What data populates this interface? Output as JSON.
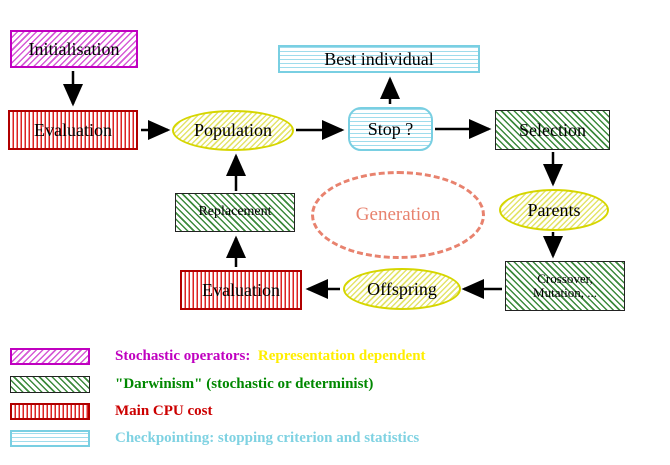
{
  "nodes": {
    "initialisation": "Initialisation",
    "best_individual": "Best individual",
    "evaluation_top": "Evaluation",
    "population": "Population",
    "stop": "Stop ?",
    "selection": "Selection",
    "parents": "Parents",
    "replacement": "Replacement",
    "generation": "Generation",
    "crossover_line1": "Crossover,",
    "crossover_line2": "Mutation, ...",
    "offspring": "Offspring",
    "evaluation_bottom": "Evaluation"
  },
  "legend": {
    "rows": [
      {
        "swatch": "magenta-diagonal-hatch",
        "parts": [
          {
            "text": "Stochastic operators:  ",
            "color": "#c000c0"
          },
          {
            "text": "Representation dependent",
            "color": "#ffee00"
          }
        ]
      },
      {
        "swatch": "green-diagonal-hatch",
        "parts": [
          {
            "text": "\"Darwinism\" (stochastic or determinist)",
            "color": "#008800"
          }
        ]
      },
      {
        "swatch": "red-vertical-hatch",
        "parts": [
          {
            "text": "Main CPU cost",
            "color": "#cc0000"
          }
        ]
      },
      {
        "swatch": "cyan-horizontal-hatch",
        "parts": [
          {
            "text": "Checkpointing: stopping criterion and statistics",
            "color": "#7fd2e2"
          }
        ]
      }
    ]
  },
  "colors": {
    "magenta": "#c000c0",
    "red": "#b00000",
    "green": "#008800",
    "cyan": "#79cfe2",
    "yellow": "#d6d600",
    "salmon": "#e8826e",
    "arrow": "#000000",
    "background": "#ffffff"
  }
}
